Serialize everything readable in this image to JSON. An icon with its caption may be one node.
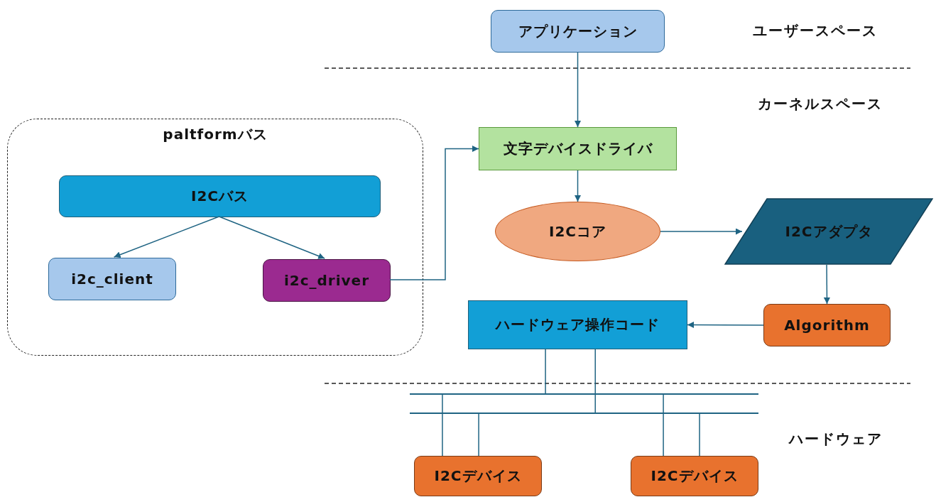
{
  "diagram": {
    "nodes": [
      {
        "text": [
          "paltformバス"
        ]
      },
      {
        "text": [
          "I2Cバス"
        ],
        "in": 0
      },
      {
        "text": [
          "i2c_client"
        ],
        "in": 0
      },
      {
        "text": [
          "i2c_driver"
        ],
        "in": 0
      },
      {
        "text": [
          "アプリケーション"
        ]
      },
      {
        "text": [
          "文字デバイスドライバ"
        ]
      },
      {
        "text": [
          "I2Cコア"
        ]
      },
      {
        "text": [
          "I2Cアダプタ"
        ]
      },
      {
        "text": [
          "Algorithm"
        ]
      },
      {
        "text": [
          "ハードウェア操作コード"
        ]
      },
      {
        "text": [],
        "shape": "bar"
      },
      {
        "text": [],
        "shape": "bar"
      },
      {
        "text": [
          "I2Cデバイス"
        ]
      },
      {
        "text": [
          "I2Cデバイス"
        ]
      }
    ],
    "edges": [
      {
        "from": 1,
        "to": 2,
        "arrow": "to"
      },
      {
        "from": 1,
        "to": 3,
        "arrow": "to"
      },
      {
        "from": 3,
        "to": 5,
        "arrow": "to"
      },
      {
        "from": 4,
        "to": 5,
        "arrow": "to"
      },
      {
        "from": 5,
        "to": 6,
        "arrow": "to"
      },
      {
        "from": 6,
        "to": 7,
        "arrow": "to"
      },
      {
        "from": 7,
        "to": 8,
        "arrow": "to"
      },
      {
        "from": 8,
        "to": 9,
        "arrow": "to"
      },
      {
        "from": 9,
        "to": 10,
        "arrow": "none"
      },
      {
        "from": 9,
        "to": 11,
        "arrow": "none"
      },
      {
        "from": 10,
        "to": 12,
        "arrow": "none"
      },
      {
        "from": 11,
        "to": 12,
        "arrow": "none"
      },
      {
        "from": 10,
        "to": 13,
        "arrow": "none"
      },
      {
        "from": 11,
        "to": 13,
        "arrow": "none"
      }
    ],
    "labels": [
      "ユーザースペース",
      "カーネルスペース",
      "ハードウェア"
    ]
  }
}
